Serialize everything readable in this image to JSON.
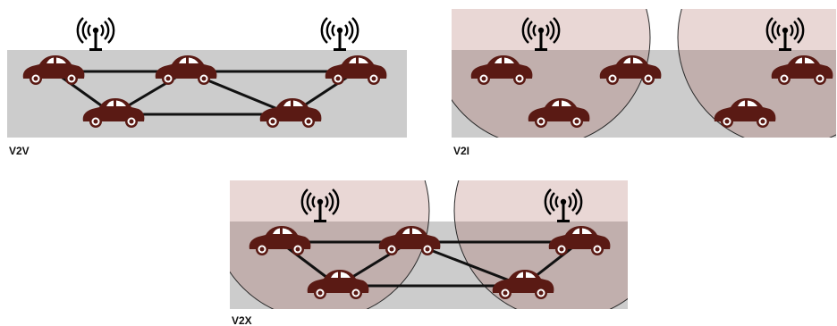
{
  "colors": {
    "road": "#cccccc",
    "car": "#5a1a14",
    "wheel_inner": "#ffffff",
    "window": "#ffffff",
    "link": "#111111",
    "coverage_fill": "#9b4b40",
    "tower_zone": "#f5e8e8",
    "coverage_edge": "#2a2a2a"
  },
  "icons": {
    "vehicle": "car-icon",
    "infrastructure": "antenna-icon"
  },
  "panels": [
    {
      "id": "v2v",
      "label": "V2V"
    },
    {
      "id": "v2i",
      "label": "V2I"
    },
    {
      "id": "v2x",
      "label": "V2X"
    }
  ]
}
